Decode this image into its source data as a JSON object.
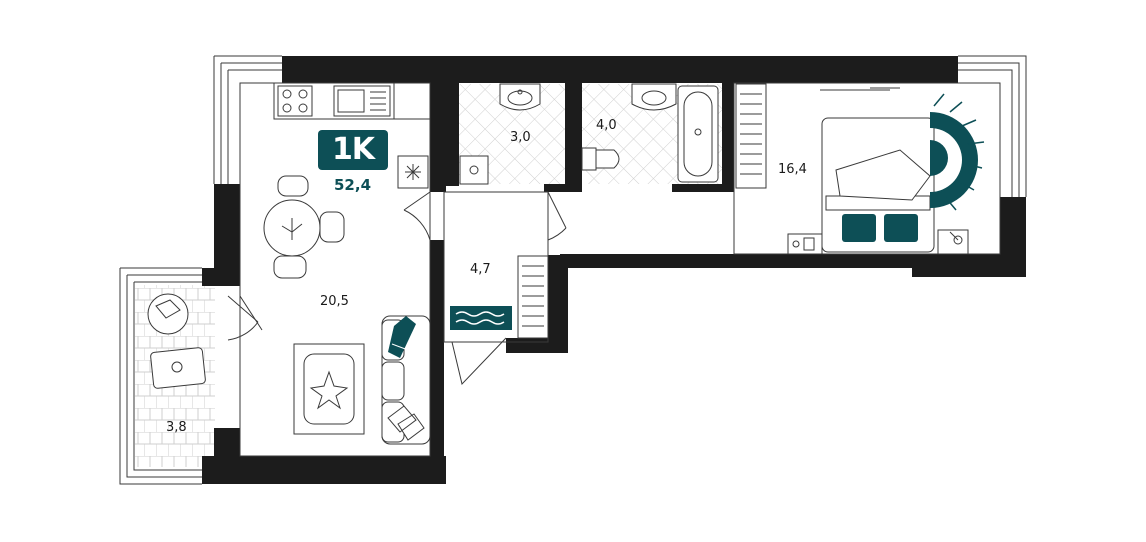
{
  "apartment": {
    "type_badge": "1K",
    "total_area": "52,4"
  },
  "rooms": [
    {
      "id": "living-kitchen",
      "area": "20,5"
    },
    {
      "id": "bathroom-small",
      "area": "3,0"
    },
    {
      "id": "bathroom-large",
      "area": "4,0"
    },
    {
      "id": "bedroom",
      "area": "16,4"
    },
    {
      "id": "hallway",
      "area": "4,7"
    },
    {
      "id": "balcony",
      "area": "3,8"
    }
  ],
  "colors": {
    "wall": "#1c1c1c",
    "accent": "#0d4f56",
    "line": "#3a3a3a",
    "tile": "#e6e6e6"
  },
  "icons": [
    "stove-icon",
    "sink-icon",
    "fridge-icon",
    "table-icon",
    "sofa-icon",
    "rug-icon",
    "toilet-icon",
    "washbasin-icon",
    "bathtub-icon",
    "bed-icon",
    "lamp-icon",
    "towel-rail-icon",
    "door-mat-icon"
  ]
}
